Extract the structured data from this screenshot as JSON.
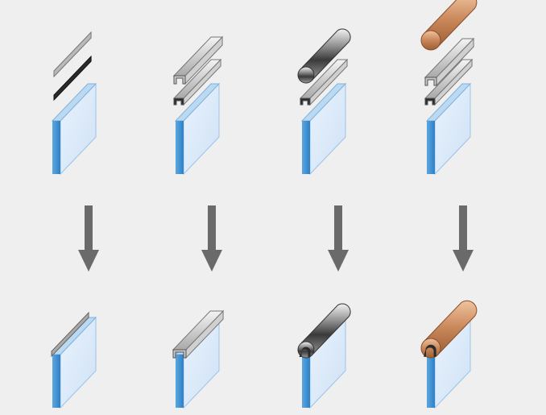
{
  "diagram": {
    "variants": [
      {
        "id": "thin-cap",
        "cap": "thin-u-channel",
        "cap_color": "#bdbdbd"
      },
      {
        "id": "square-cap",
        "cap": "square-u-channel",
        "cap_color": "#c8c8c8"
      },
      {
        "id": "round-steel-cap",
        "cap": "round-rail",
        "cap_color": "#5a5a5a"
      },
      {
        "id": "round-wood-cap",
        "cap": "round-rail-with-channel",
        "cap_color": "#c98a5c"
      }
    ],
    "arrow_color": "#6a6a6a",
    "glass_face_color": "#dcebfa",
    "glass_edge_color": "#3a8ed0",
    "gasket_color": "#2b2b2b",
    "background_color": "#efefef"
  }
}
